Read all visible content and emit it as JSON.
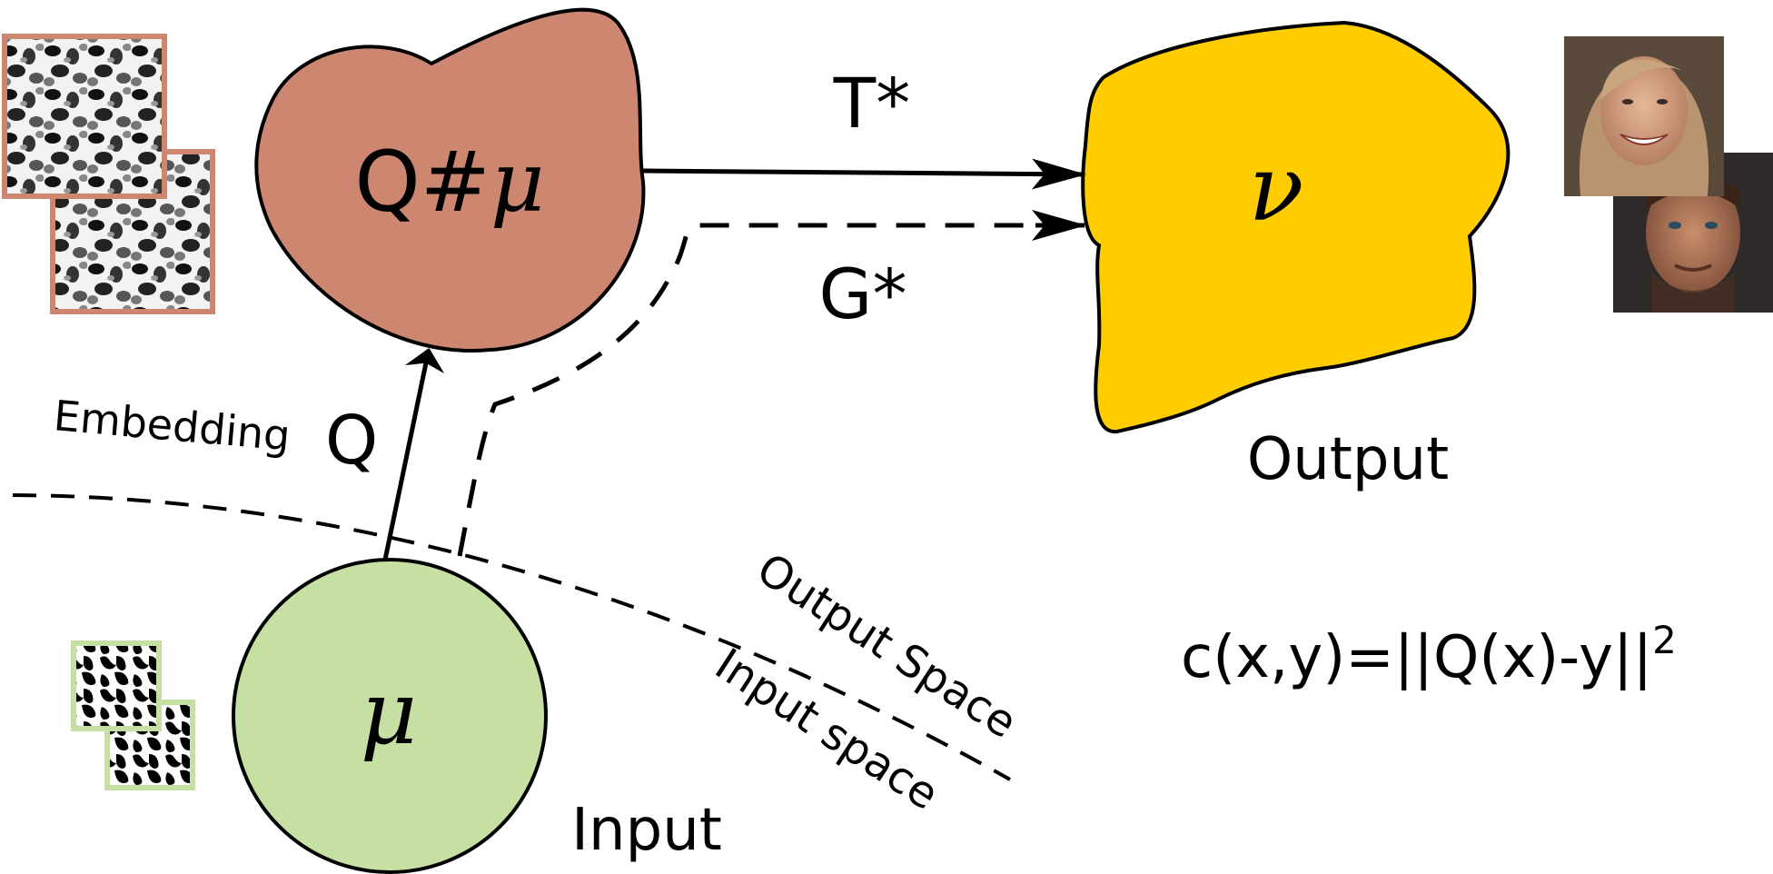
{
  "nodes": {
    "input": {
      "symbol": "μ",
      "caption": "Input",
      "fill": "#c6dfa3"
    },
    "embedded": {
      "symbol_prefix": "Q#",
      "symbol_math": "μ",
      "fill": "#cd8770"
    },
    "output": {
      "symbol": "ν",
      "caption": "Output",
      "fill": "#ffcc00"
    }
  },
  "edges": {
    "embedding": {
      "label": "Embedding",
      "math": "Q"
    },
    "transport": {
      "label": "T*"
    },
    "generator": {
      "label": "G*"
    }
  },
  "regions": {
    "output_space": "Output Space",
    "input_space": "Input space"
  },
  "cost": {
    "text": "c(x,y)=||Q(x)-y||",
    "exponent": "2"
  },
  "thumbnails": {
    "embedded_noise": {
      "count": 2,
      "border": "#cd8770",
      "icon": "grayscale-noise-texture"
    },
    "input_noise": {
      "count": 2,
      "border": "#c6dfa3",
      "icon": "binary-noise-texture"
    },
    "faces": {
      "count": 2,
      "icon": "face-photo"
    }
  }
}
